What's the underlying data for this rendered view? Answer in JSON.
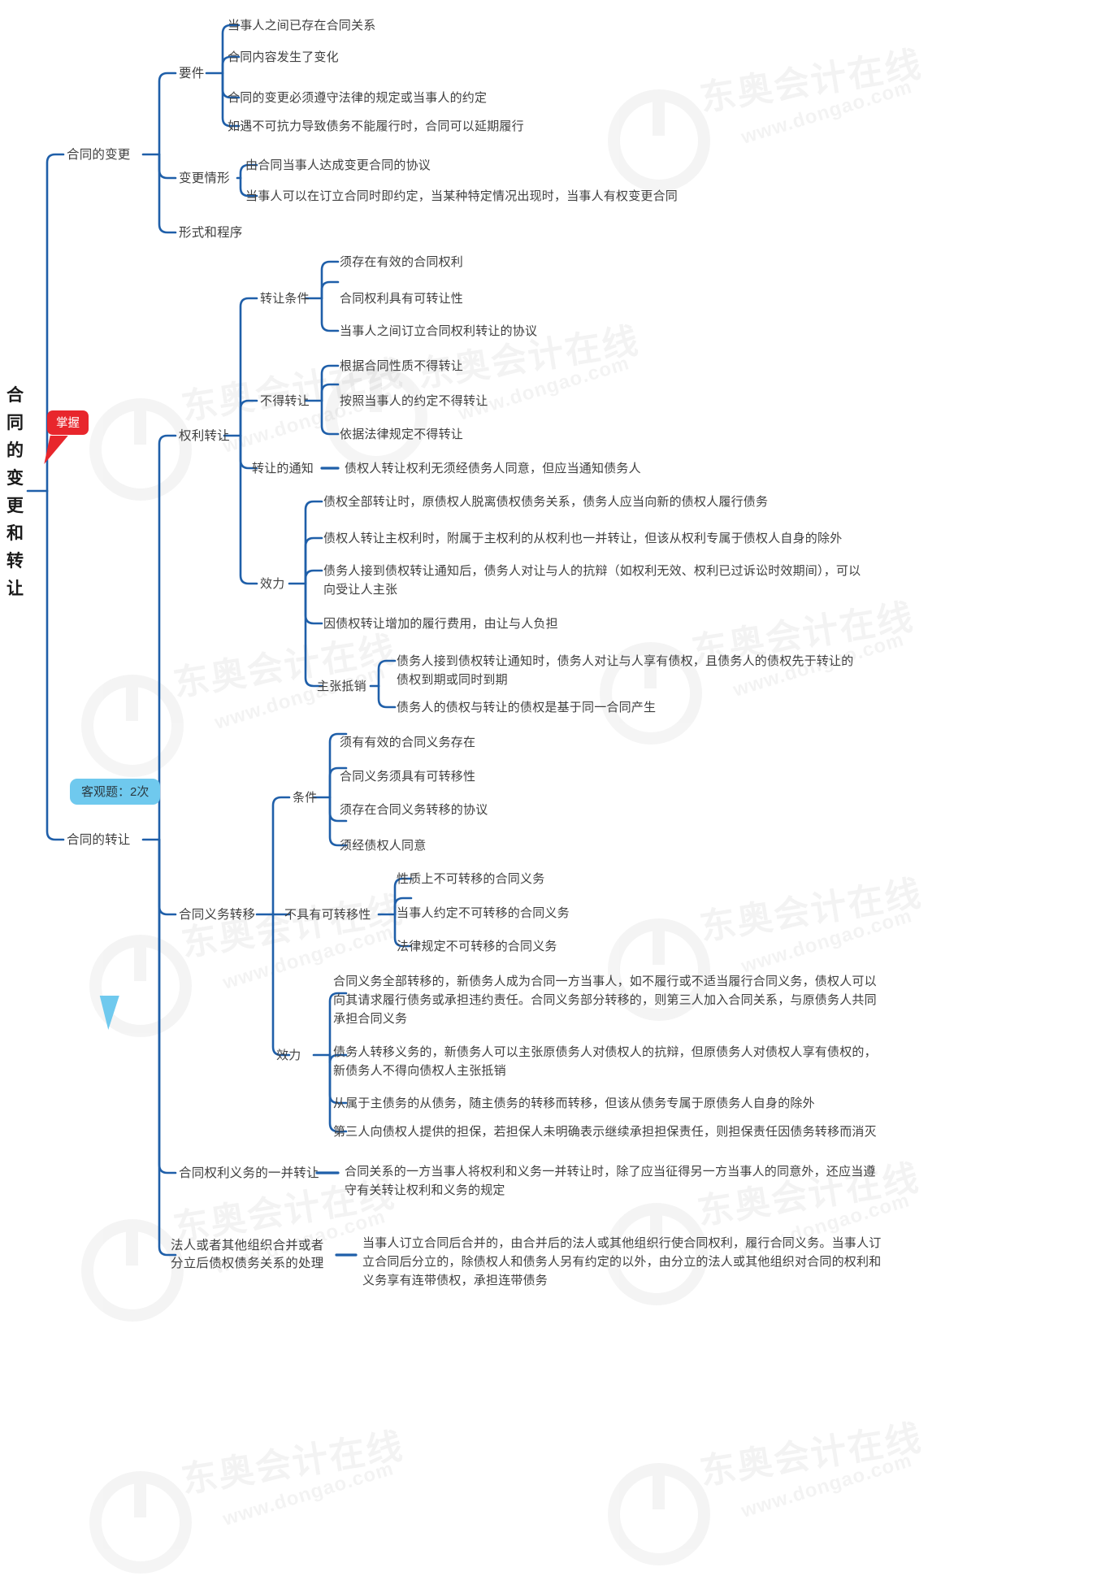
{
  "meta": {
    "doc_type": "mindmap",
    "colors": {
      "line": "#1f5fa9",
      "text": "#3f3f3f",
      "badge_red": "#e8262c",
      "badge_blue": "#6fc9ee",
      "background": "#ffffff"
    }
  },
  "root": {
    "title": "合同的变更和转让"
  },
  "badges": [
    {
      "id": "mastery",
      "label": "掌握",
      "style": "red"
    },
    {
      "id": "objective-questions",
      "label": "客观题：2次",
      "style": "blue"
    }
  ],
  "watermark": {
    "cn": "东奥会计在线",
    "en": "www.dongao.com"
  },
  "branches": [
    {
      "id": "contract-modification",
      "label": "合同的变更",
      "children": [
        {
          "id": "requirements",
          "label": "要件",
          "children": [
            {
              "label": "当事人之间已存在合同关系"
            },
            {
              "label": "合同内容发生了变化"
            },
            {
              "label": "合同的变更必须遵守法律的规定或当事人的约定"
            },
            {
              "label": "如遇不可抗力导致债务不能履行时，合同可以延期履行"
            }
          ]
        },
        {
          "id": "modification-situations",
          "label": "变更情形",
          "children": [
            {
              "label": "由合同当事人达成变更合同的协议"
            },
            {
              "label": "当事人可以在订立合同时即约定，当某种特定情况出现时，当事人有权变更合同"
            }
          ]
        },
        {
          "id": "form-and-procedure",
          "label": "形式和程序",
          "children": []
        }
      ]
    },
    {
      "id": "contract-transfer",
      "label": "合同的转让",
      "children": [
        {
          "id": "rights-transfer",
          "label": "权利转让",
          "children": [
            {
              "id": "transfer-conditions",
              "label": "转让条件",
              "children": [
                {
                  "label": "须存在有效的合同权利"
                },
                {
                  "label": "合同权利具有可转让性"
                },
                {
                  "label": "当事人之间订立合同权利转让的协议"
                }
              ]
            },
            {
              "id": "non-transferable",
              "label": "不得转让",
              "children": [
                {
                  "label": "根据合同性质不得转让"
                },
                {
                  "label": "按照当事人的约定不得转让"
                },
                {
                  "label": "依据法律规定不得转让"
                }
              ]
            },
            {
              "id": "transfer-notice",
              "label": "转让的通知",
              "children": [
                {
                  "label": "债权人转让权利无须经债务人同意，但应当通知债务人"
                }
              ]
            },
            {
              "id": "rights-transfer-effect",
              "label": "效力",
              "children": [
                {
                  "label": "债权全部转让时，原债权人脱离债权债务关系，债务人应当向新的债权人履行债务"
                },
                {
                  "label": "债权人转让主权利时，附属于主权利的从权利也一并转让，但该从权利专属于债权人自身的除外"
                },
                {
                  "label": "债务人接到债权转让通知后，债务人对让与人的抗辩（如权利无效、权利已过诉讼时效期间），可以\n向受让人主张"
                },
                {
                  "label": "因债权转让增加的履行费用，由让与人负担"
                },
                {
                  "id": "claim-setoff",
                  "label": "主张抵销",
                  "children": [
                    {
                      "label": "债务人接到债权转让通知时，债务人对让与人享有债权，且债务人的债权先于转让的\n债权到期或同时到期"
                    },
                    {
                      "label": "债务人的债权与转让的债权是基于同一合同产生"
                    }
                  ]
                }
              ]
            }
          ]
        },
        {
          "id": "obligation-transfer",
          "label": "合同义务转移",
          "children": [
            {
              "id": "obligation-conditions",
              "label": "条件",
              "children": [
                {
                  "label": "须有有效的合同义务存在"
                },
                {
                  "label": "合同义务须具有可转移性"
                },
                {
                  "label": "须存在合同义务转移的协议"
                },
                {
                  "label": "须经债权人同意"
                }
              ]
            },
            {
              "id": "non-transferable-obligations",
              "label": "不具有可转移性",
              "children": [
                {
                  "label": "性质上不可转移的合同义务"
                },
                {
                  "label": "当事人约定不可转移的合同义务"
                },
                {
                  "label": "法律规定不可转移的合同义务"
                }
              ]
            },
            {
              "id": "obligation-transfer-effect",
              "label": "效力",
              "children": [
                {
                  "label": "合同义务全部转移的，新债务人成为合同一方当事人，如不履行或不适当履行合同义务，债权人可以\n向其请求履行债务或承担违约责任。合同义务部分转移的，则第三人加入合同关系，与原债务人共同\n承担合同义务"
                },
                {
                  "label": "债务人转移义务的，新债务人可以主张原债务人对债权人的抗辩，但原债务人对债权人享有债权的，\n新债务人不得向债权人主张抵销"
                },
                {
                  "label": "从属于主债务的从债务，随主债务的转移而转移，但该从债务专属于原债务人自身的除外"
                },
                {
                  "label": "第三人向债权人提供的担保，若担保人未明确表示继续承担担保责任，则担保责任因债务转移而消灭"
                }
              ]
            }
          ]
        },
        {
          "id": "joint-transfer",
          "label": "合同权利义务的一并转让",
          "children": [
            {
              "label": "合同关系的一方当事人将权利和义务一并转让时，除了应当征得另一方当事人的同意外，还应当遵\n守有关转让权利和义务的规定"
            }
          ]
        },
        {
          "id": "merger-division",
          "label": "法人或者其他组织合并或者\n分立后债权债务关系的处理",
          "children": [
            {
              "label": "当事人订立合同后合并的，由合并后的法人或其他组织行使合同权利，履行合同义务。当事人订\n立合同后分立的，除债权人和债务人另有约定的以外，由分立的法人或其他组织对合同的权利和\n义务享有连带债权，承担连带债务"
            }
          ]
        }
      ]
    }
  ]
}
